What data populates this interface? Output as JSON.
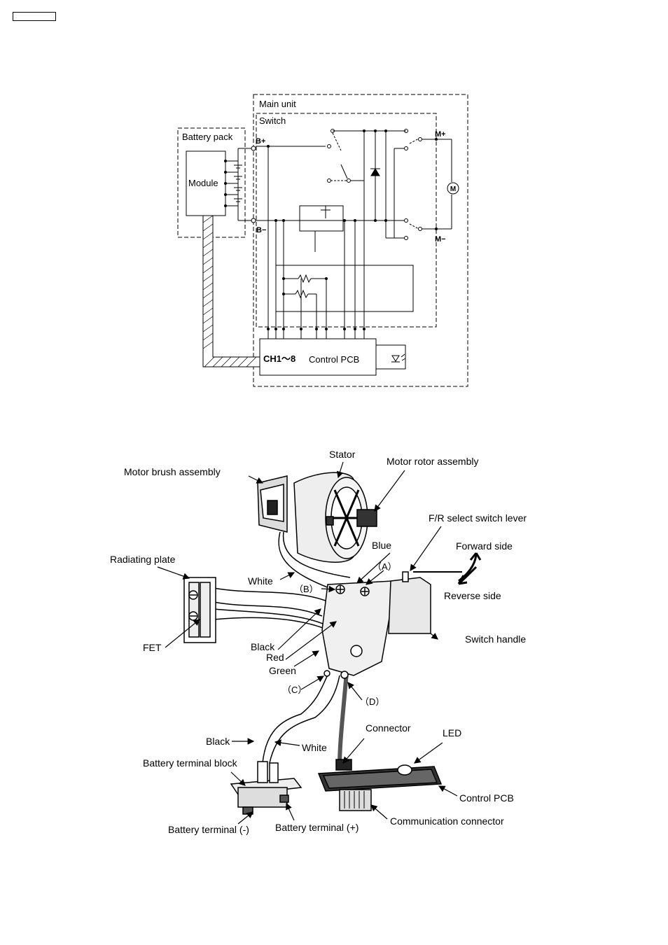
{
  "schematic": {
    "main_unit_label": "Main unit",
    "switch_label": "Switch",
    "battery_pack_label": "Battery pack",
    "module_label": "Module",
    "b_plus_label": "B+",
    "b_minus_label": "B−",
    "m_plus_label": "M+",
    "m_minus_label": "M−",
    "motor_symbol": "M",
    "ch_label": "CH1～8",
    "control_pcb_label": "Control PCB"
  },
  "assembly": {
    "labels": {
      "stator": "Stator",
      "motor_rotor_assembly": "Motor rotor assembly",
      "motor_brush_assembly": "Motor brush assembly",
      "fr_select_switch_lever": "F/R select switch lever",
      "forward_side": "Forward side",
      "blue": "Blue",
      "radiating_plate": "Radiating plate",
      "point_a": "（A）",
      "white_top": "White",
      "point_b": "（B）",
      "reverse_side": "Reverse side",
      "switch_handle": "Switch handle",
      "fet": "FET",
      "black_mid": "Black",
      "red": "Red",
      "green": "Green",
      "point_c": "（C）",
      "point_d": "（D）",
      "connector": "Connector",
      "led": "LED",
      "black_bottom": "Black",
      "white_bottom": "White",
      "battery_terminal_block": "Battery terminal block",
      "control_pcb": "Control PCB",
      "communication_connector": "Communication connector",
      "battery_terminal_minus": "Battery terminal (-)",
      "battery_terminal_plus": "Battery terminal (+)"
    }
  }
}
